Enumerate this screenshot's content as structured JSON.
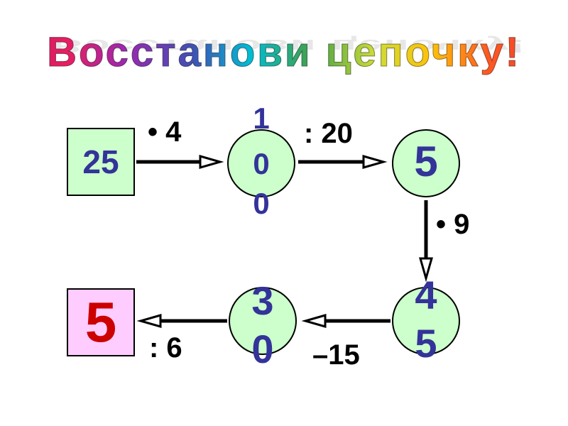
{
  "title": "Восстанови цепочку!",
  "chain": {
    "start": "25",
    "op1": "• 4",
    "node1": [
      "1",
      "0",
      "0"
    ],
    "op2": ": 20",
    "node2": "5",
    "op3": "• 9",
    "node3": [
      "4",
      "5"
    ],
    "op4": "–15",
    "node4": [
      "3",
      "0"
    ],
    "op5": ": 6",
    "end": "5"
  },
  "colors": {
    "node_fill": "#ccffcc",
    "end_fill": "#ffccff",
    "number_color": "#333399",
    "result_color": "#cc0000"
  }
}
